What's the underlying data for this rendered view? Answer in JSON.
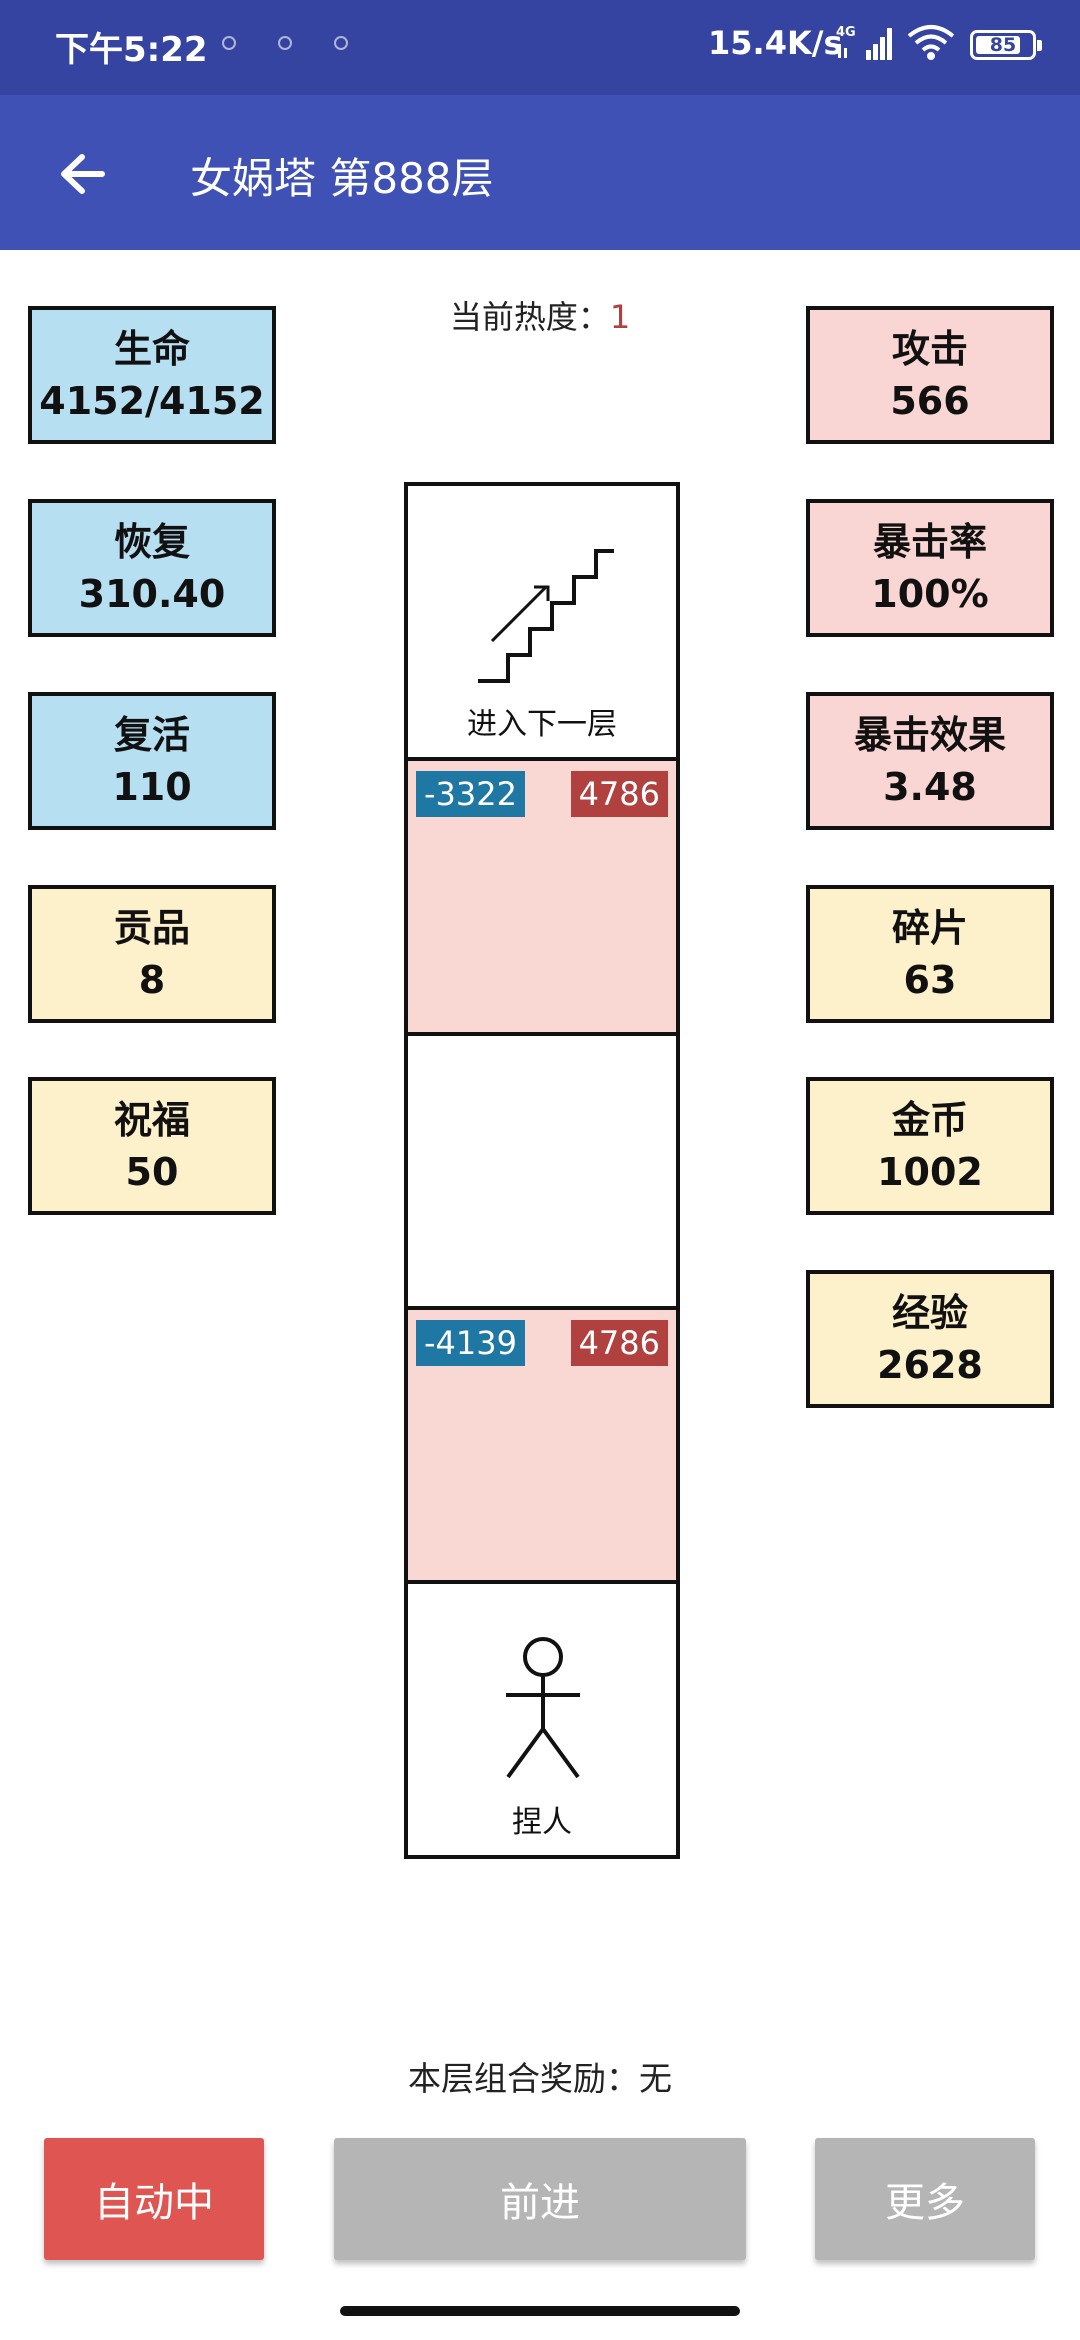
{
  "status_bar": {
    "time": "下午5:22",
    "speed": "15.4K/s",
    "network": "4G",
    "battery": "85"
  },
  "app_bar": {
    "title": "女娲塔 第888层",
    "back_icon": "arrow-left-icon"
  },
  "heat": {
    "label": "当前热度：",
    "value": "1"
  },
  "stats_left": [
    {
      "label": "生命",
      "value": "4152/4152",
      "color": "#b6dff2"
    },
    {
      "label": "恢复",
      "value": "310.40",
      "color": "#b6dff2"
    },
    {
      "label": "复活",
      "value": "110",
      "color": "#b6dff2"
    },
    {
      "label": "贡品",
      "value": "8",
      "color": "#fdf1cc"
    },
    {
      "label": "祝福",
      "value": "50",
      "color": "#fdf1cc"
    }
  ],
  "stats_right": [
    {
      "label": "攻击",
      "value": "566",
      "color": "#f9d6d3"
    },
    {
      "label": "暴击率",
      "value": "100%",
      "color": "#f9d6d3"
    },
    {
      "label": "暴击效果",
      "value": "3.48",
      "color": "#f9d6d3"
    },
    {
      "label": "碎片",
      "value": "63",
      "color": "#fdf1cc"
    },
    {
      "label": "金币",
      "value": "1002",
      "color": "#fdf1cc"
    },
    {
      "label": "经验",
      "value": "2628",
      "color": "#fdf1cc"
    }
  ],
  "tower": {
    "stairs_label": "进入下一层",
    "enemy1": {
      "left": "-3322",
      "right": "4786"
    },
    "enemy2": {
      "left": "-4139",
      "right": "4786"
    },
    "player_label": "捏人"
  },
  "bonus": "本层组合奖励：无",
  "buttons": {
    "auto": "自动中",
    "forward": "前进",
    "more": "更多"
  }
}
